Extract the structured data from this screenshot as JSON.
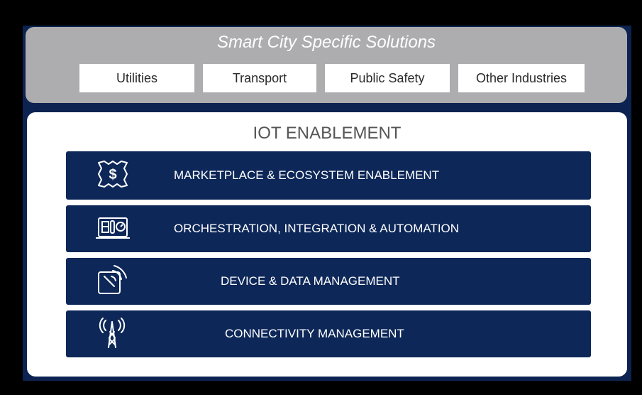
{
  "header": {
    "title": "Smart City Specific Solutions",
    "solutions": [
      "Utilities",
      "Transport",
      "Public Safety",
      "Other Industries"
    ]
  },
  "enablement": {
    "title": "IOT ENABLEMENT",
    "layers": [
      {
        "label": "MARKETPLACE & ECOSYSTEM ENABLEMENT",
        "icon": "marketplace-icon"
      },
      {
        "label": "ORCHESTRATION, INTEGRATION & AUTOMATION",
        "icon": "dashboard-icon"
      },
      {
        "label": "DEVICE & DATA MANAGEMENT",
        "icon": "device-signal-icon"
      },
      {
        "label": "CONNECTIVITY MANAGEMENT",
        "icon": "antenna-tower-icon"
      }
    ]
  },
  "colors": {
    "background": "#000000",
    "frame": "#0c2250",
    "top_panel": "#adadaf",
    "layer_bar": "#0d2758",
    "panel": "#ffffff"
  }
}
